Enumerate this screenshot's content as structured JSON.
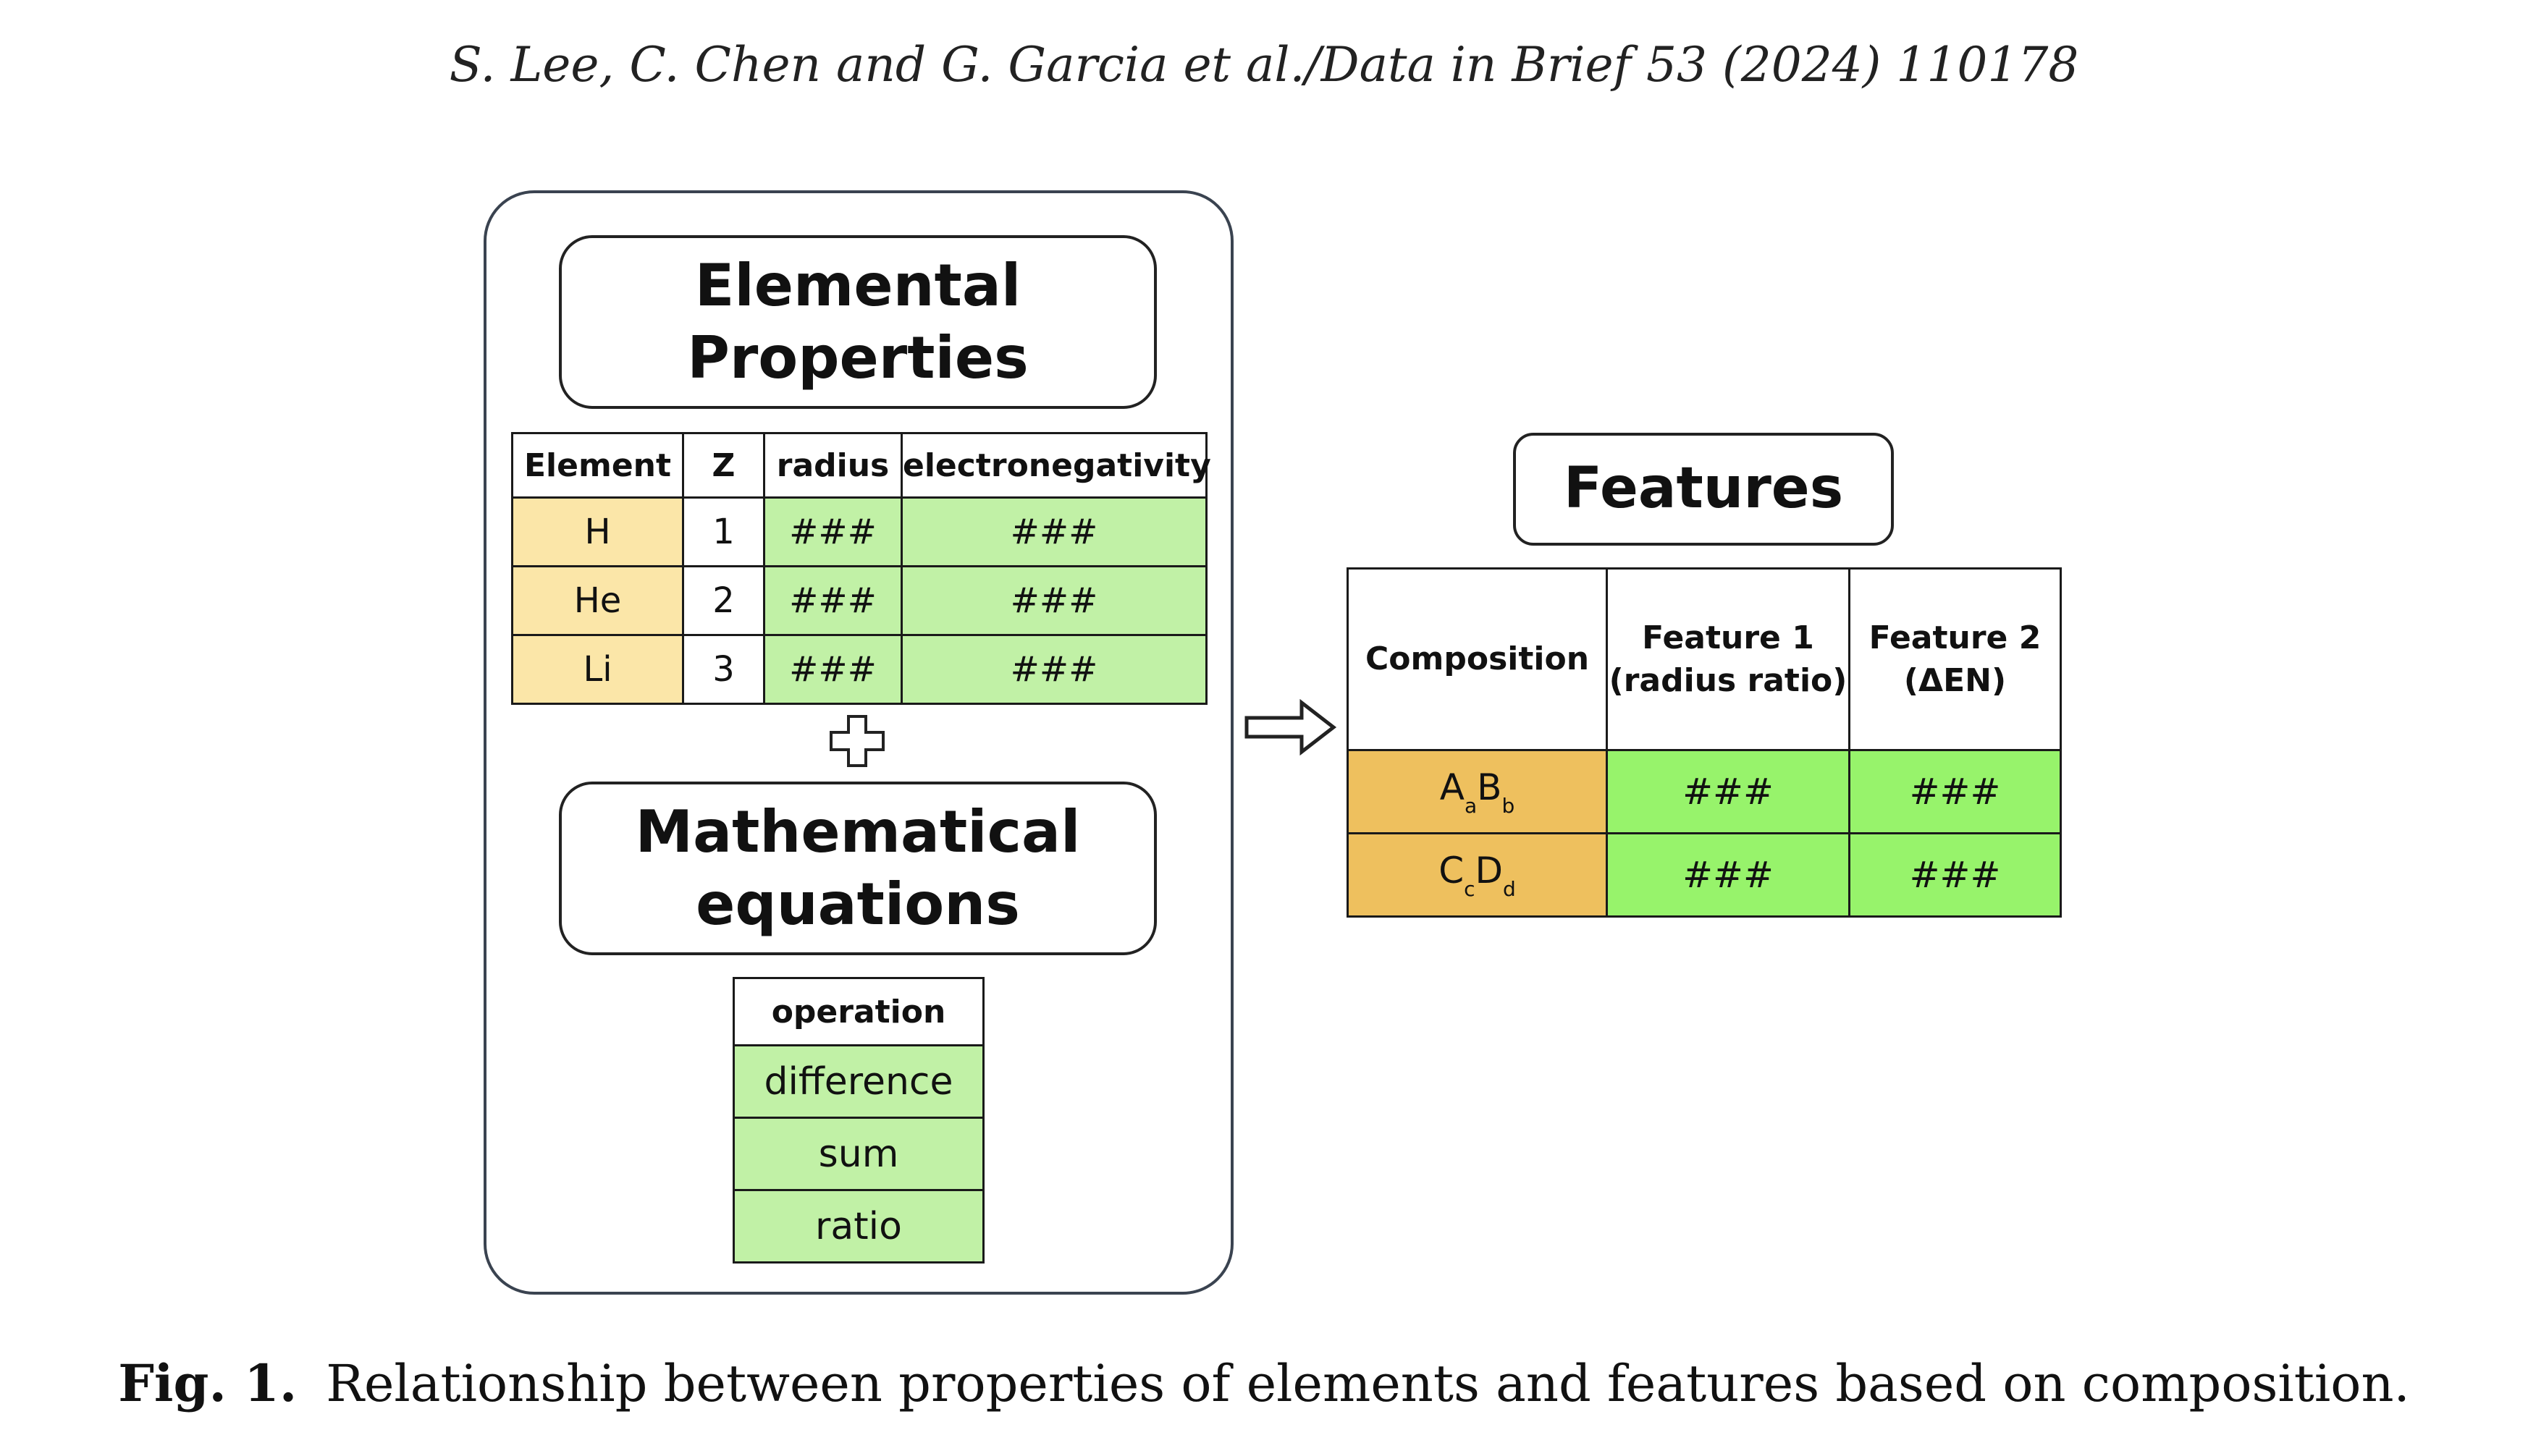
{
  "header": {
    "running_head": "S. Lee, C. Chen and G. Garcia et al./Data in Brief 53 (2024) 110178"
  },
  "figure": {
    "elemental_box": {
      "line1": "Elemental",
      "line2": "Properties"
    },
    "elemental_table": {
      "headers": [
        "Element",
        "Z",
        "radius",
        "electronegativity"
      ],
      "rows": [
        [
          "H",
          "1",
          "###",
          "###"
        ],
        [
          "He",
          "2",
          "###",
          "###"
        ],
        [
          "Li",
          "3",
          "###",
          "###"
        ]
      ]
    },
    "math_box": {
      "line1": "Mathematical",
      "line2": "equations"
    },
    "operation_table": {
      "header": "operation",
      "rows": [
        "difference",
        "sum",
        "ratio"
      ]
    },
    "features_box": {
      "label": "Features"
    },
    "features_table": {
      "headers": {
        "composition": "Composition",
        "feature1_line1": "Feature 1",
        "feature1_line2": "(radius ratio)",
        "feature2_line1": "Feature 2",
        "feature2_line2": "(ΔEN)"
      },
      "rows": [
        {
          "e1": "A",
          "s1": "a",
          "e2": "B",
          "s2": "b",
          "f1": "###",
          "f2": "###"
        },
        {
          "e1": "C",
          "s1": "c",
          "e2": "D",
          "s2": "d",
          "f1": "###",
          "f2": "###"
        }
      ]
    }
  },
  "caption": {
    "label": "Fig. 1.",
    "text": "Relationship between properties of elements and features based on composition."
  }
}
